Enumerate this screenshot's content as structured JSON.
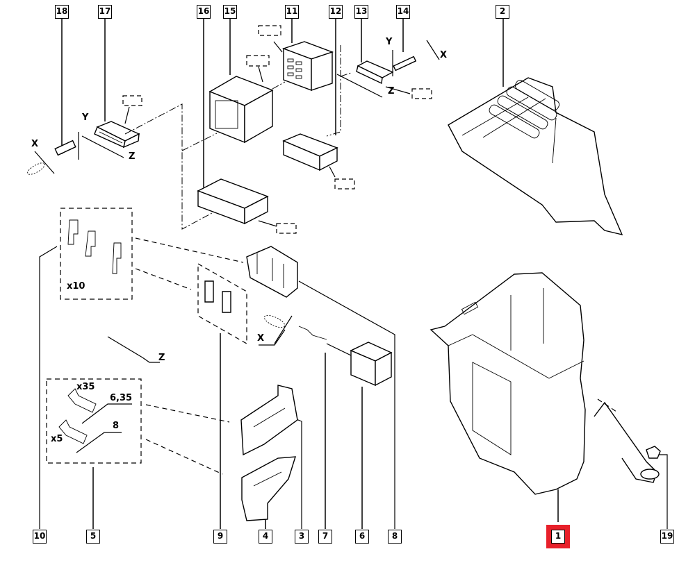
{
  "diagram": {
    "title": "Exploded parts diagram - fuse/relay box assembly",
    "highlight_color": "#e8202a",
    "selected_part": "1",
    "callouts": [
      {
        "id": "18",
        "label": "18"
      },
      {
        "id": "17",
        "label": "17"
      },
      {
        "id": "16",
        "label": "16"
      },
      {
        "id": "15",
        "label": "15"
      },
      {
        "id": "11",
        "label": "11"
      },
      {
        "id": "12",
        "label": "12"
      },
      {
        "id": "13",
        "label": "13"
      },
      {
        "id": "14",
        "label": "14"
      },
      {
        "id": "2",
        "label": "2"
      },
      {
        "id": "10",
        "label": "10"
      },
      {
        "id": "5",
        "label": "5"
      },
      {
        "id": "9",
        "label": "9"
      },
      {
        "id": "4",
        "label": "4"
      },
      {
        "id": "3",
        "label": "3"
      },
      {
        "id": "7",
        "label": "7"
      },
      {
        "id": "6",
        "label": "6"
      },
      {
        "id": "8",
        "label": "8"
      },
      {
        "id": "1",
        "label": "1"
      },
      {
        "id": "19",
        "label": "19"
      }
    ],
    "axis_labels": {
      "x": "X",
      "y": "Y",
      "z": "Z"
    },
    "quantities": {
      "terminals_10": "x10",
      "terminals_35": "x35",
      "terminals_5": "x5"
    },
    "dimensions": {
      "width_635": "6,35",
      "width_8": "8"
    }
  }
}
